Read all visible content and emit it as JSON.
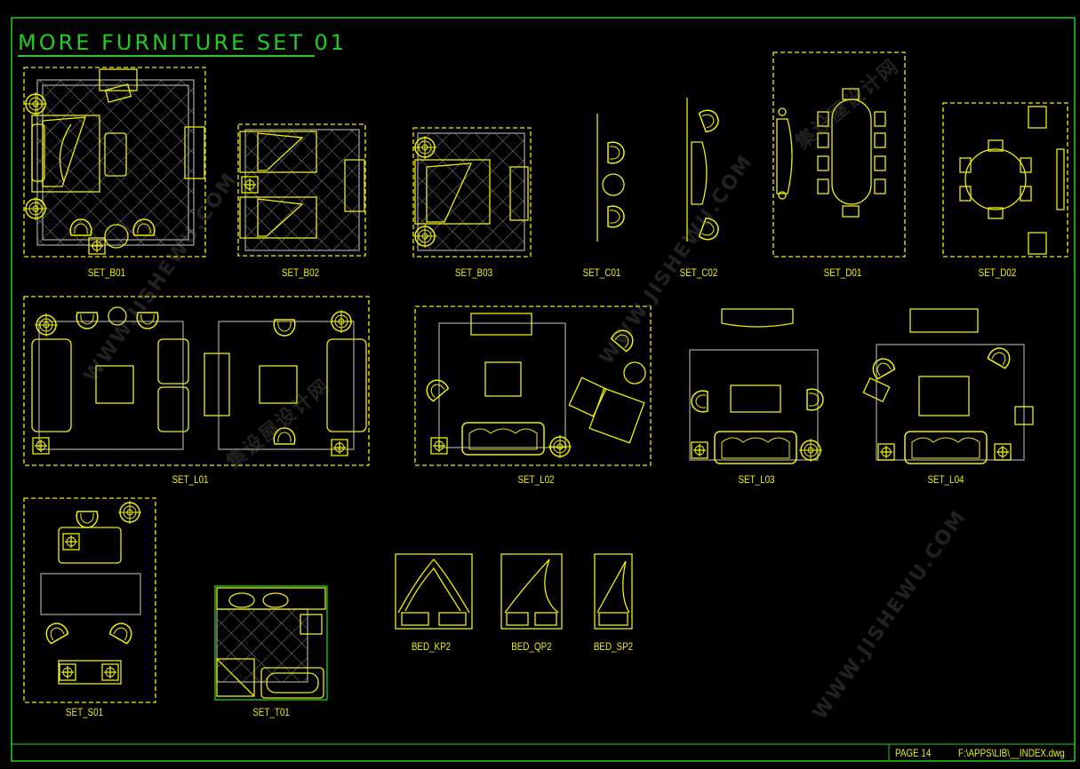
{
  "drawing": {
    "title": "MORE FURNITURE SET 01",
    "page_label": "PAGE 14",
    "file_path": "F:\\APPS\\LIB\\__INDEX.dwg"
  },
  "blocks": {
    "set_b01": "SET_B01",
    "set_b02": "SET_B02",
    "set_b03": "SET_B03",
    "set_c01": "SET_C01",
    "set_c02": "SET_C02",
    "set_d01": "SET_D01",
    "set_d02": "SET_D02",
    "set_l01": "SET_L01",
    "set_l02": "SET_L02",
    "set_l03": "SET_L03",
    "set_l04": "SET_L04",
    "set_s01": "SET_S01",
    "set_t01": "SET_T01",
    "bed_kp2": "BED_KP2",
    "bed_qp2": "BED_QP2",
    "bed_sp2": "BED_SP2"
  },
  "watermark": {
    "url_text": "WWW.JISHEWU.COM",
    "cn_text": "集设屋设计网"
  },
  "colors": {
    "background": "#000000",
    "linework": "#f0f000",
    "frame": "#22cc22",
    "hatch": "#9a9a9a"
  }
}
